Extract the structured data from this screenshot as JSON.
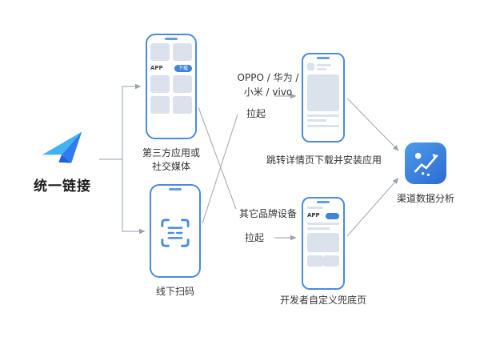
{
  "source": {
    "label": "统一链接"
  },
  "phones": {
    "social": {
      "app_label": "APP",
      "chip_label": "下载",
      "caption_line1": "第三方应用或",
      "caption_line2": "社交媒体"
    },
    "scan": {
      "caption": "线下扫码"
    },
    "detail": {
      "caption": "跳转详情页下载并安装应用"
    },
    "fallback": {
      "app_label": "APP",
      "caption": "开发者自定义兜底页"
    }
  },
  "branches": {
    "top": {
      "line1": "OPPO / 华为 /",
      "line2": "小米 / vivo",
      "action": "拉起"
    },
    "bottom": {
      "line1": "其它品牌设备",
      "action": "拉起"
    }
  },
  "analytics": {
    "caption": "渠道数据分析"
  },
  "colors": {
    "accent_blue": "#3E82E0",
    "phone_border_blue": "#4A8BE0",
    "logo_light_blue": "#41B3F5",
    "logo_deep_blue": "#1E5FE0",
    "placeholder_gray": "#DBE2EB",
    "connector_gray": "#9AA3AE",
    "text_dark": "#333333"
  }
}
